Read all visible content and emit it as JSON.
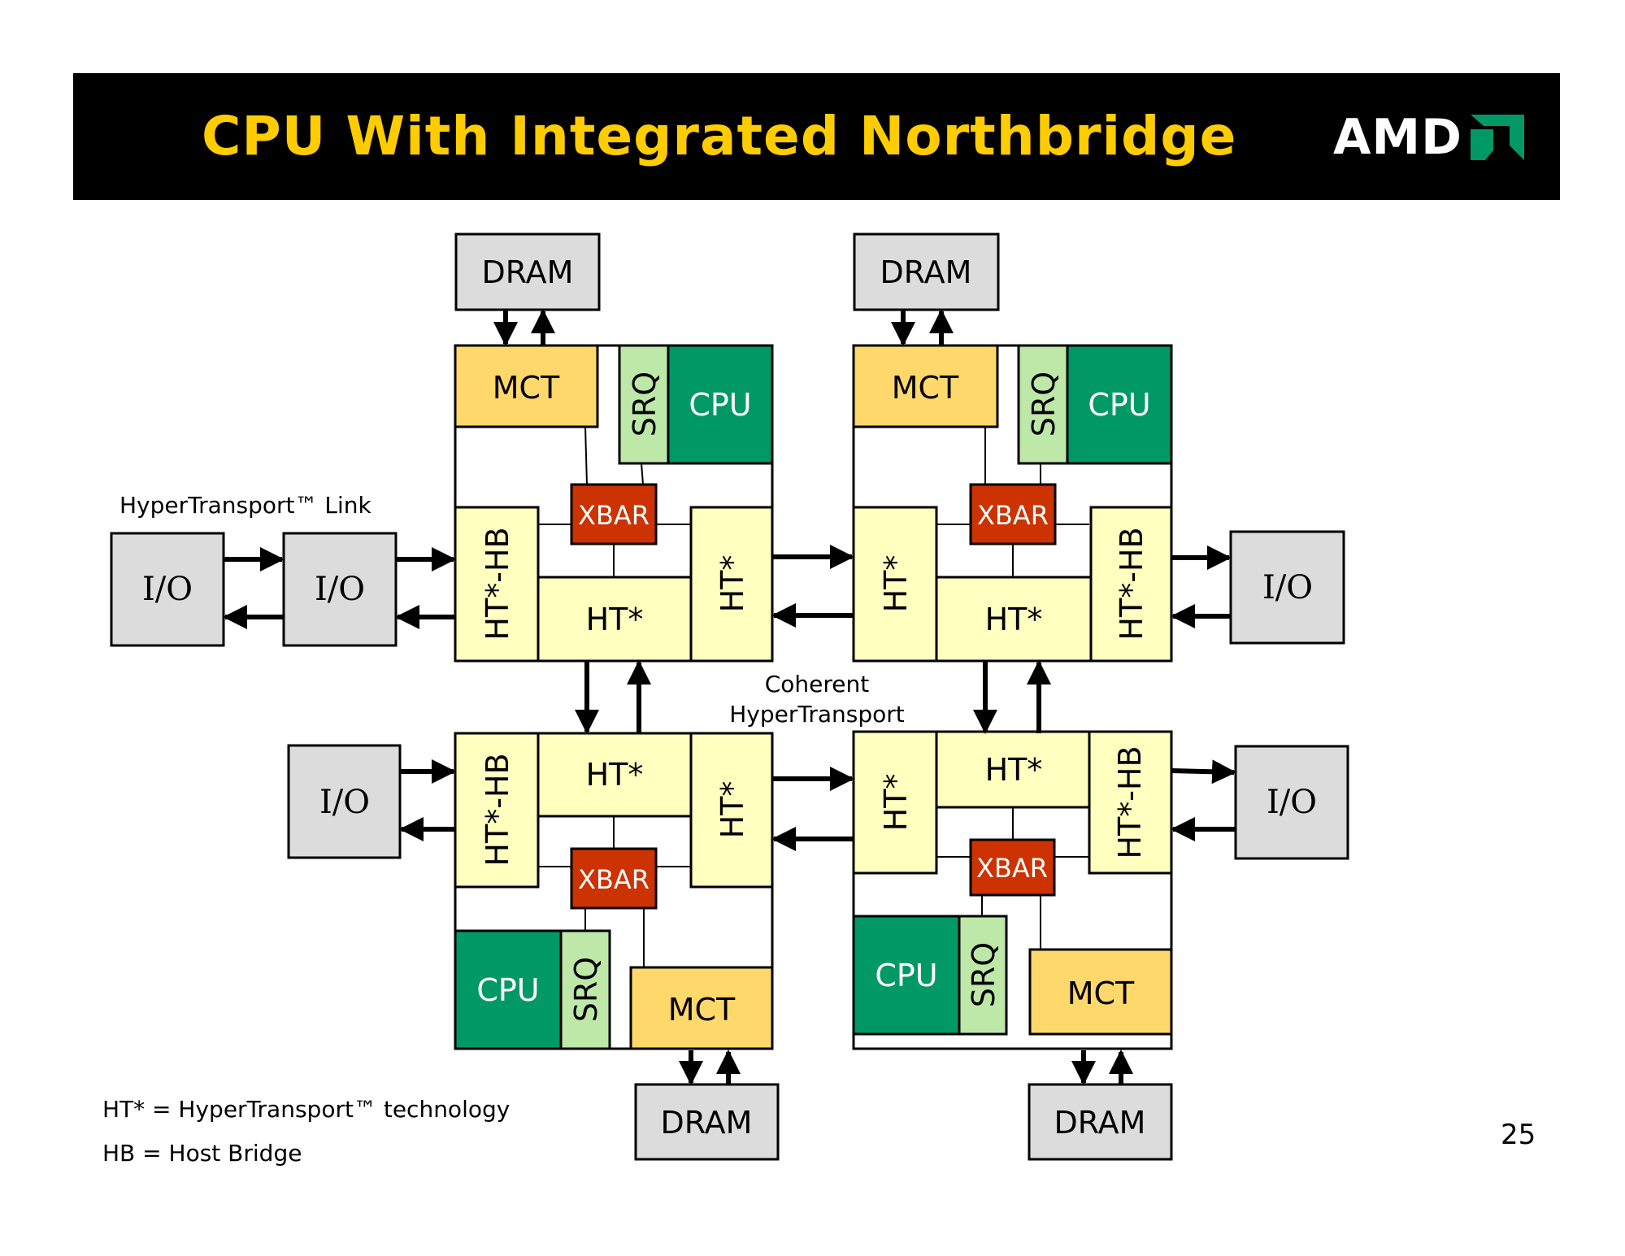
{
  "slide": {
    "title": "CPU With Integrated Northbridge",
    "logo_text": "AMD",
    "page_number": "25"
  },
  "colors": {
    "title_bar": "#000000",
    "title_text": "#ffcc00",
    "logo_green": "#009966",
    "cpu": "#009966",
    "srq": "#bde8a8",
    "mct": "#ffd86b",
    "ht": "#ffffc0",
    "xbar": "#cc3300",
    "dram_io": "#dcdcdc"
  },
  "labels": {
    "dram": "DRAM",
    "mct": "MCT",
    "srq": "SRQ",
    "cpu": "CPU",
    "xbar": "XBAR",
    "ht": "HT*",
    "ht_hb": "HT*-HB",
    "io": "I/O",
    "ht_link": "HyperTransport™ Link",
    "coherent_line1": "Coherent",
    "coherent_line2": "HyperTransport"
  },
  "legend": [
    {
      "text": "HT* = HyperTransport™ technology"
    },
    {
      "text": "HB = Host Bridge"
    }
  ],
  "nodes": [
    {
      "id": "node-top-left",
      "cpu": "CPU",
      "srq": "SRQ",
      "mct": "MCT",
      "xbar": "XBAR",
      "ht_hb": "HT*-HB",
      "ht_inner": "HT*",
      "ht_side": "HT*",
      "dram": "DRAM"
    },
    {
      "id": "node-top-right",
      "cpu": "CPU",
      "srq": "SRQ",
      "mct": "MCT",
      "xbar": "XBAR",
      "ht_hb": "HT*-HB",
      "ht_inner": "HT*",
      "ht_side": "HT*",
      "dram": "DRAM"
    },
    {
      "id": "node-bottom-left",
      "cpu": "CPU",
      "srq": "SRQ",
      "mct": "MCT",
      "xbar": "XBAR",
      "ht_hb": "HT*-HB",
      "ht_inner": "HT*",
      "ht_side": "HT*",
      "dram": "DRAM"
    },
    {
      "id": "node-bottom-right",
      "cpu": "CPU",
      "srq": "SRQ",
      "mct": "MCT",
      "xbar": "XBAR",
      "ht_hb": "HT*-HB",
      "ht_inner": "HT*",
      "ht_side": "HT*",
      "dram": "DRAM"
    }
  ],
  "io_devices": [
    {
      "id": "io-left-outer",
      "label": "I/O"
    },
    {
      "id": "io-left-inner",
      "label": "I/O"
    },
    {
      "id": "io-right-top",
      "label": "I/O"
    },
    {
      "id": "io-left-bottom",
      "label": "I/O"
    },
    {
      "id": "io-right-bottom",
      "label": "I/O"
    }
  ]
}
